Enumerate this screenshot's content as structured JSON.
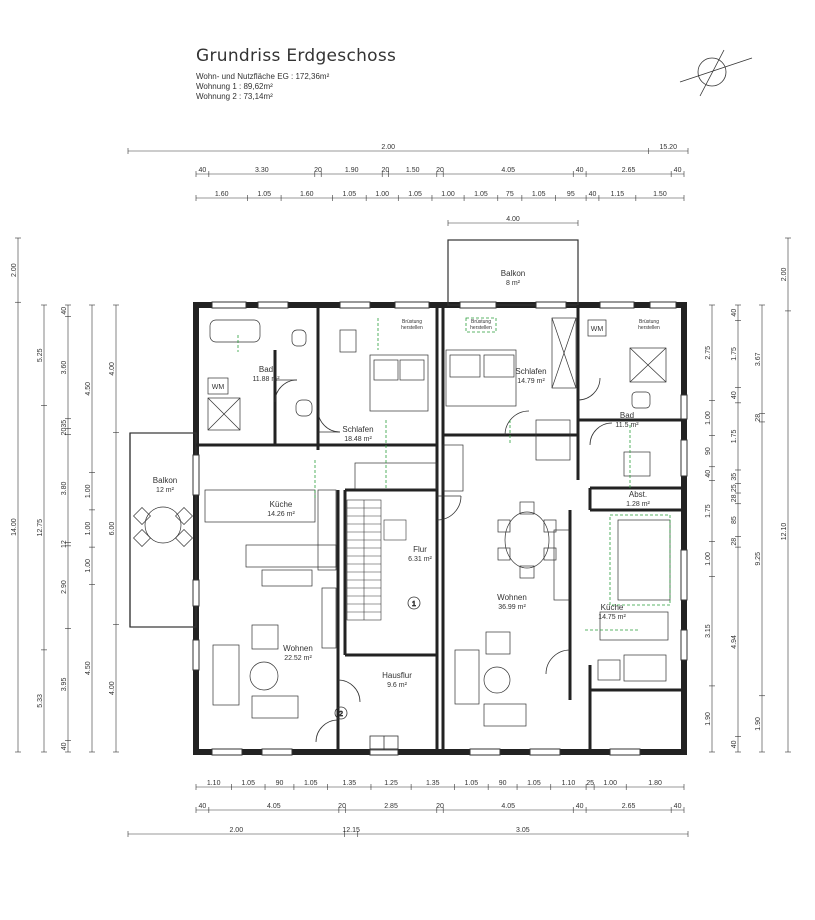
{
  "title": "Grundriss Erdgeschoss",
  "areas": {
    "total": "Wohn- und Nutzfläche EG : 172,36m²",
    "unit1": "Wohnung 1 : 89,62m²",
    "unit2": "Wohnung 2 : 73,14m²"
  },
  "rooms": [
    {
      "id": "bad-w1",
      "name": "Bad",
      "area": "11.88 m²"
    },
    {
      "id": "schlafen-w1",
      "name": "Schlafen",
      "area": "18.48 m²"
    },
    {
      "id": "kueche-w1",
      "name": "Küche",
      "area": "14.26 m²"
    },
    {
      "id": "wohnen-w1",
      "name": "Wohnen",
      "area": "22.52 m²"
    },
    {
      "id": "flur",
      "name": "Flur",
      "area": "6.31 m²"
    },
    {
      "id": "hausflur",
      "name": "Hausflur",
      "area": "9.6 m²"
    },
    {
      "id": "balkon-west",
      "name": "Balkon",
      "area": "12 m²"
    },
    {
      "id": "balkon-nord",
      "name": "Balkon",
      "area": "8 m²"
    },
    {
      "id": "schlafen-w2",
      "name": "Schlafen",
      "area": "14.79 m²"
    },
    {
      "id": "bad-w2",
      "name": "Bad",
      "area": "11.5 m²"
    },
    {
      "id": "abst",
      "name": "Abst.",
      "area": "1.28 m²"
    },
    {
      "id": "wohnen-w2",
      "name": "Wohnen",
      "area": "36.99 m²"
    },
    {
      "id": "kueche-w2",
      "name": "Küche",
      "area": "14.75 m²"
    }
  ],
  "labels": {
    "wm": "WM",
    "bruestung": "Brüstung",
    "herstellen": "herstellen",
    "marker1": "1",
    "marker2": "2"
  },
  "dims_top": {
    "row1": [
      "2.00",
      "15.20"
    ],
    "row2": [
      "40",
      "3.30",
      "20",
      "1.90",
      "20",
      "1.50",
      "20",
      "4.05",
      "40",
      "2.65",
      "40"
    ],
    "row3": [
      "1.60",
      "1.05",
      "1.60",
      "1.05",
      "1.00",
      "1.05",
      "1.00",
      "1.05",
      "75",
      "1.05",
      "95",
      "40",
      "1.15",
      "1.50"
    ],
    "balkon": "4.00"
  },
  "dims_bottom": {
    "row1": [
      "1.10",
      "1.05",
      "90",
      "1.05",
      "1.35",
      "1.25",
      "1.35",
      "1.05",
      "90",
      "1.05",
      "1.10",
      "25",
      "1.00",
      "1.80"
    ],
    "row2": [
      "40",
      "4.05",
      "20",
      "2.85",
      "20",
      "4.05",
      "40",
      "2.65",
      "40"
    ],
    "row3": [
      "2.00",
      "12.15",
      "3.05"
    ]
  },
  "dims_left": {
    "col1": [
      "2.00",
      "14.00"
    ],
    "col2": [
      "5.25",
      "12.75",
      "5.33"
    ],
    "col3": [
      "40",
      "3.60",
      "35",
      "20",
      "3.80",
      "12",
      "2.90",
      "3.95",
      "40"
    ],
    "col4": [
      "4.50",
      "1.00",
      "1.00",
      "1.00",
      "4.50"
    ],
    "col5": [
      "4.00",
      "6.00",
      "4.00"
    ]
  },
  "dims_right": {
    "col1": [
      "2.75",
      "1.00",
      "90",
      "40",
      "1.75",
      "1.00",
      "3.15",
      "1.90"
    ],
    "col2": [
      "40",
      "1.75",
      "40",
      "1.75",
      "35",
      "25",
      "28",
      "85",
      "28",
      "4.94",
      "40"
    ],
    "col3": [
      "3.67",
      "28",
      "9.25",
      "1.90"
    ],
    "col4": [
      "2.00",
      "12.10"
    ]
  }
}
